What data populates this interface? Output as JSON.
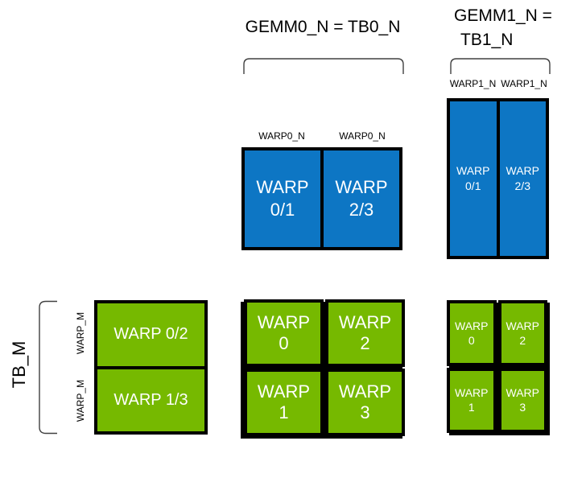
{
  "colors": {
    "blue": "#0d76c4",
    "green": "#76b900",
    "border": "#000000",
    "bracket": "#404040",
    "box_text": "#ffffff",
    "label_text": "#000000"
  },
  "labels": {
    "gemm0": "GEMM0_N = TB0_N",
    "gemm1_line1": "GEMM1_N =",
    "gemm1_line2": "TB1_N",
    "tb_m": "TB_M",
    "warp0_n_left": "WARP0_N",
    "warp0_n_right": "WARP0_N",
    "warp1_n_left": "WARP1_N",
    "warp1_n_right": "WARP1_N",
    "warp_m_top": "WARP_M",
    "warp_m_bottom": "WARP_M"
  },
  "blocks": {
    "blue_gemm0": {
      "cells": [
        {
          "l1": "WARP",
          "l2": "0/1"
        },
        {
          "l1": "WARP",
          "l2": "2/3"
        }
      ]
    },
    "blue_gemm1": {
      "cells": [
        {
          "l1": "WARP",
          "l2": "0/1"
        },
        {
          "l1": "WARP",
          "l2": "2/3"
        }
      ]
    },
    "green_left": {
      "rows": [
        {
          "l1": "WARP 0/2"
        },
        {
          "l1": "WARP 1/3"
        }
      ]
    },
    "green_center": {
      "cells": [
        {
          "l1": "WARP",
          "l2": "0"
        },
        {
          "l1": "WARP",
          "l2": "2"
        },
        {
          "l1": "WARP",
          "l2": "1"
        },
        {
          "l1": "WARP",
          "l2": "3"
        }
      ]
    },
    "green_right": {
      "cells": [
        {
          "l1": "WARP",
          "l2": "0"
        },
        {
          "l1": "WARP",
          "l2": "2"
        },
        {
          "l1": "WARP",
          "l2": "1"
        },
        {
          "l1": "WARP",
          "l2": "3"
        }
      ]
    }
  }
}
